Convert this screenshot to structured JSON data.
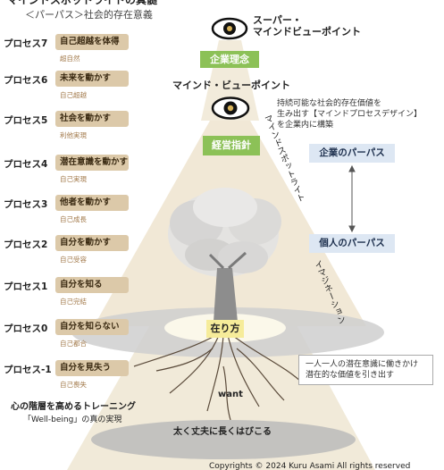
{
  "header": {
    "title": "マインドスポットライトの真髄",
    "subtitle": "＜パーパス＞社会的存在意義"
  },
  "super_eye": {
    "label_line1": "スーパー・",
    "label_line2": "マインドビューポイント"
  },
  "mind_eye": {
    "label": "マインド・ビューポイント"
  },
  "green_boxes": {
    "top": "企業理念",
    "middle": "経営指針"
  },
  "spotlight_label": "マインドスポットライト",
  "imagination_label": "イマジネーション",
  "right_note": {
    "line1": "持続可能な社会的存在価値を",
    "line2": "生み出す【マインドプロセスデザイン】",
    "line3": "を企業内に構築"
  },
  "purpose_boxes": {
    "corporate": "企業のパーパス",
    "individual": "個人のパーパス"
  },
  "core": {
    "label": "在り方"
  },
  "root_note": {
    "line1": "一人一人の潜在意識に働きかけ",
    "line2": "潜在的な価値を引き出す"
  },
  "want_label": "want",
  "ground_label": "太く丈夫に長くはびこる",
  "training": {
    "title": "心の階層を高めるトレーニング",
    "subtitle": "「Well-being」の真の実現"
  },
  "copyright": "Copyrights © 2024 Kuru Asami All rights reserved",
  "processes": [
    {
      "label": "プロセス7",
      "action": "自己超越を体得",
      "sub": "超自然"
    },
    {
      "label": "プロセス6",
      "action": "未来を動かす",
      "sub": "自己超越"
    },
    {
      "label": "プロセス5",
      "action": "社会を動かす",
      "sub": "利他実現"
    },
    {
      "label": "プロセス4",
      "action": "潜在意識を動かす",
      "sub": "自己実現"
    },
    {
      "label": "プロセス3",
      "action": "他者を動かす",
      "sub": "自己成長"
    },
    {
      "label": "プロセス2",
      "action": "自分を動かす",
      "sub": "自己受容"
    },
    {
      "label": "プロセス1",
      "action": "自分を知る",
      "sub": "自己完結"
    },
    {
      "label": "プロセス0",
      "action": "自分を知らない",
      "sub": "自己都合"
    },
    {
      "label": "プロセス-1",
      "action": "自分を見失う",
      "sub": "自己喪失"
    }
  ],
  "colors": {
    "green": "#8cc157",
    "beige": "#dcc9a9",
    "blue": "#dde7f3",
    "light_beam": "#efe6d2",
    "core_yellow": "#f6ec9a"
  }
}
